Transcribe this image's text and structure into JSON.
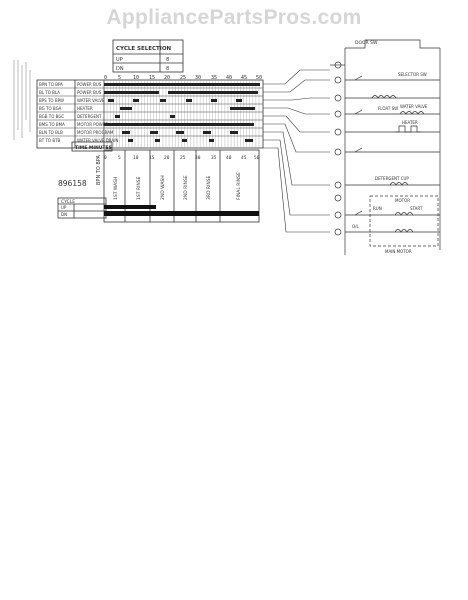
{
  "watermark": "AppliancePartsPros.com",
  "cycle_selection": {
    "title": "CYCLE SELECTION",
    "rows": [
      {
        "label": "UP",
        "value": "8"
      },
      {
        "label": "DN",
        "value": "8"
      }
    ]
  },
  "time_scale": [
    "0",
    "5",
    "10",
    "15",
    "20",
    "25",
    "30",
    "35",
    "40",
    "45",
    "50"
  ],
  "time_minutes_label": "TIME MINUTES",
  "bottom_scale": [
    "0",
    "5",
    "10",
    "15",
    "20",
    "25",
    "30",
    "35",
    "40",
    "45",
    "50"
  ],
  "diagram_number": "896158",
  "cycle_box": {
    "title": "CYCLE",
    "rows": [
      "UP",
      "DN"
    ]
  },
  "timer_rows": [
    {
      "contact": "BPN TO BPA",
      "function": "POWER BUS"
    },
    {
      "contact": "BL TO BLA",
      "function": "POWER BUS"
    },
    {
      "contact": "BPS TO BPW",
      "function": "WATER VALVE"
    },
    {
      "contact": "BG TO BGA",
      "function": "HEATER"
    },
    {
      "contact": "BGB TO BGC",
      "function": "DETERGENT"
    },
    {
      "contact": "BMS TO BMA",
      "function": "MOTOR POWER"
    },
    {
      "contact": "BLN TO BLB",
      "function": "MOTOR PROGRAM"
    },
    {
      "contact": "BT TO BTB",
      "function": "WATER VALVE DRAIN"
    }
  ],
  "cycle_phases": [
    "1ST WASH",
    "1ST RINSE",
    "2ND WASH",
    "2ND RINSE",
    "3RD RINSE",
    "FINAL RINSE"
  ],
  "schematic_labels": {
    "door_switch": "DOOR SW",
    "selector_switch": "SELECTOR SW",
    "float_switch": "FLOAT SW",
    "water_valve": "WATER VALVE",
    "heater": "HEATER",
    "detergent_cup": "DETERGENT CUP",
    "motor": "MOTOR",
    "run": "RUN",
    "start": "START",
    "overload": "O/L",
    "main_motor": "MAIN MOTOR"
  }
}
